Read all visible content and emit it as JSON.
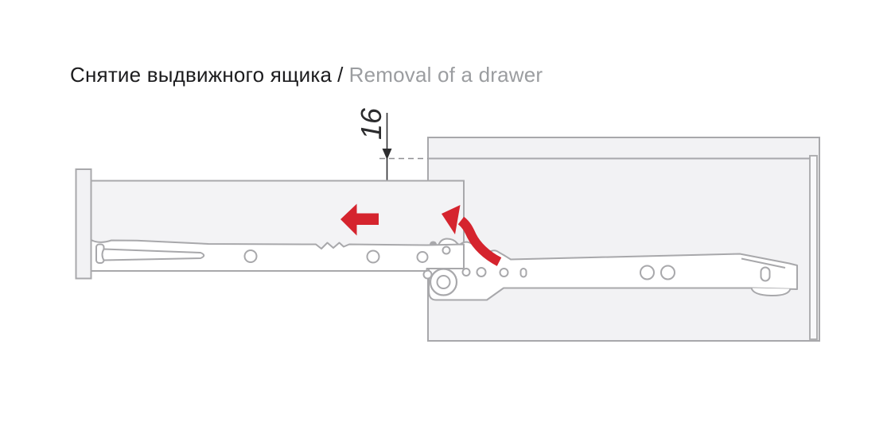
{
  "title": {
    "ru": "Снятие выдвижного ящика",
    "separator": "/",
    "en": "Removal of a drawer"
  },
  "diagram": {
    "dimension_label": "16",
    "colors": {
      "outline_gray": "#a8a8ab",
      "panel_fill": "#f2f2f4",
      "accent_red": "#d5242e",
      "dimension_dark": "#2e2e30",
      "title_primary": "#1c1c1e",
      "title_secondary": "#9b9da0"
    }
  }
}
